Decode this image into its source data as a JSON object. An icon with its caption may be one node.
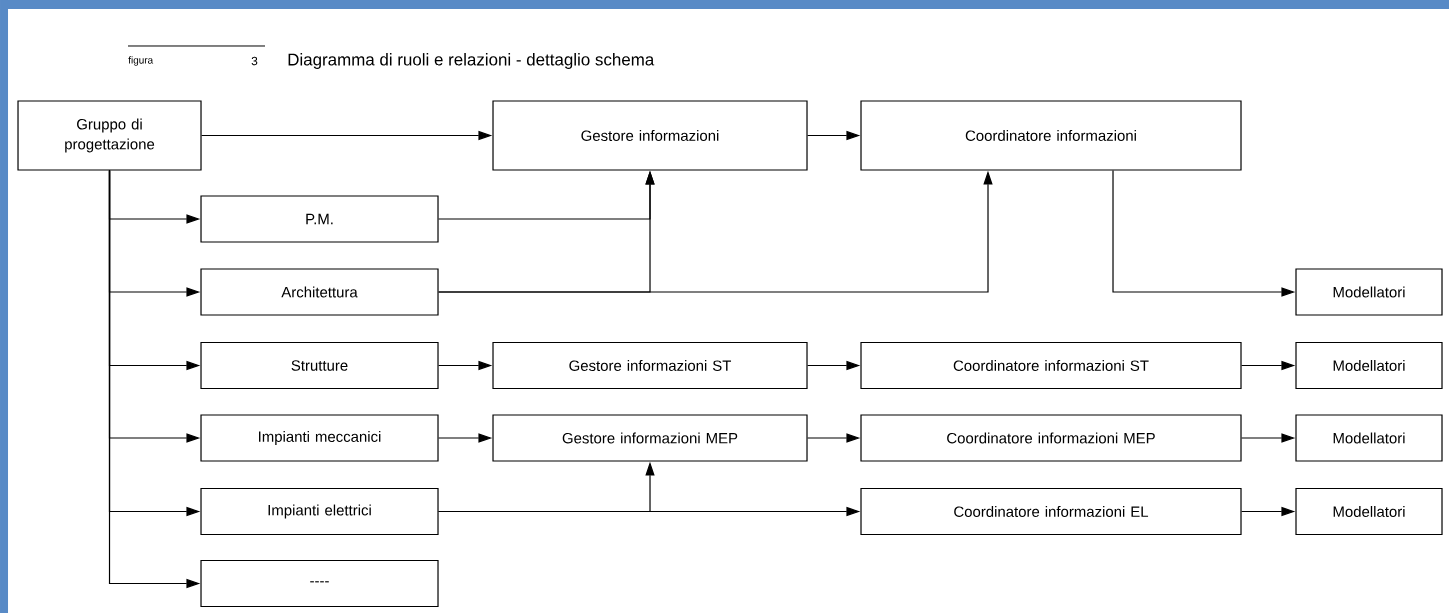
{
  "diagram": {
    "title": "Diagramma di ruoli e relazioni - dettaglio schema",
    "nodes": [
      {
        "text": [
          "Gruppo di progettazione"
        ]
      },
      {
        "text": [
          "Gestore informazioni"
        ]
      },
      {
        "text": [
          "Coordinatore informazioni"
        ]
      },
      {
        "text": [
          "P.M."
        ]
      },
      {
        "text": [
          "Architettura"
        ]
      },
      {
        "text": [
          "Modellatori"
        ]
      },
      {
        "text": [
          "Strutture"
        ]
      },
      {
        "text": [
          "Gestore informazioni ST"
        ]
      },
      {
        "text": [
          "Coordinatore informazioni ST"
        ]
      },
      {
        "text": [
          "Modellatori"
        ]
      },
      {
        "text": [
          "Impianti meccanici"
        ]
      },
      {
        "text": [
          "Gestore informazioni MEP"
        ]
      },
      {
        "text": [
          "Coordinatore informazioni MEP"
        ]
      },
      {
        "text": [
          "Modellatori"
        ]
      },
      {
        "text": [
          "Impianti elettrici"
        ]
      },
      {
        "text": [
          "Coordinatore informazioni EL"
        ]
      },
      {
        "text": [
          "Modellatori"
        ]
      },
      {
        "text": [
          "----"
        ]
      }
    ],
    "edges": [
      {
        "from": 0,
        "to": 1,
        "arrow": "to"
      },
      {
        "from": 1,
        "to": 2,
        "arrow": "to"
      },
      {
        "from": 0,
        "to": 3,
        "arrow": "to"
      },
      {
        "from": 0,
        "to": 4,
        "arrow": "to"
      },
      {
        "from": 0,
        "to": 6,
        "arrow": "to"
      },
      {
        "from": 0,
        "to": 10,
        "arrow": "to"
      },
      {
        "from": 0,
        "to": 14,
        "arrow": "to"
      },
      {
        "from": 0,
        "to": 17,
        "arrow": "to"
      },
      {
        "from": 3,
        "to": 1,
        "arrow": "to"
      },
      {
        "from": 4,
        "to": 1,
        "arrow": "to"
      },
      {
        "from": 4,
        "to": 2,
        "arrow": "to"
      },
      {
        "from": 2,
        "to": 5,
        "arrow": "to"
      },
      {
        "from": 6,
        "to": 7,
        "arrow": "to"
      },
      {
        "from": 7,
        "to": 8,
        "arrow": "to"
      },
      {
        "from": 8,
        "to": 9,
        "arrow": "to"
      },
      {
        "from": 10,
        "to": 11,
        "arrow": "to"
      },
      {
        "from": 11,
        "to": 12,
        "arrow": "to"
      },
      {
        "from": 12,
        "to": 13,
        "arrow": "to"
      },
      {
        "from": 14,
        "to": 11,
        "arrow": "to"
      },
      {
        "from": 14,
        "to": 15,
        "arrow": "to"
      },
      {
        "from": 15,
        "to": 16,
        "arrow": "to"
      }
    ],
    "labels": [
      "figura",
      "3"
    ]
  }
}
